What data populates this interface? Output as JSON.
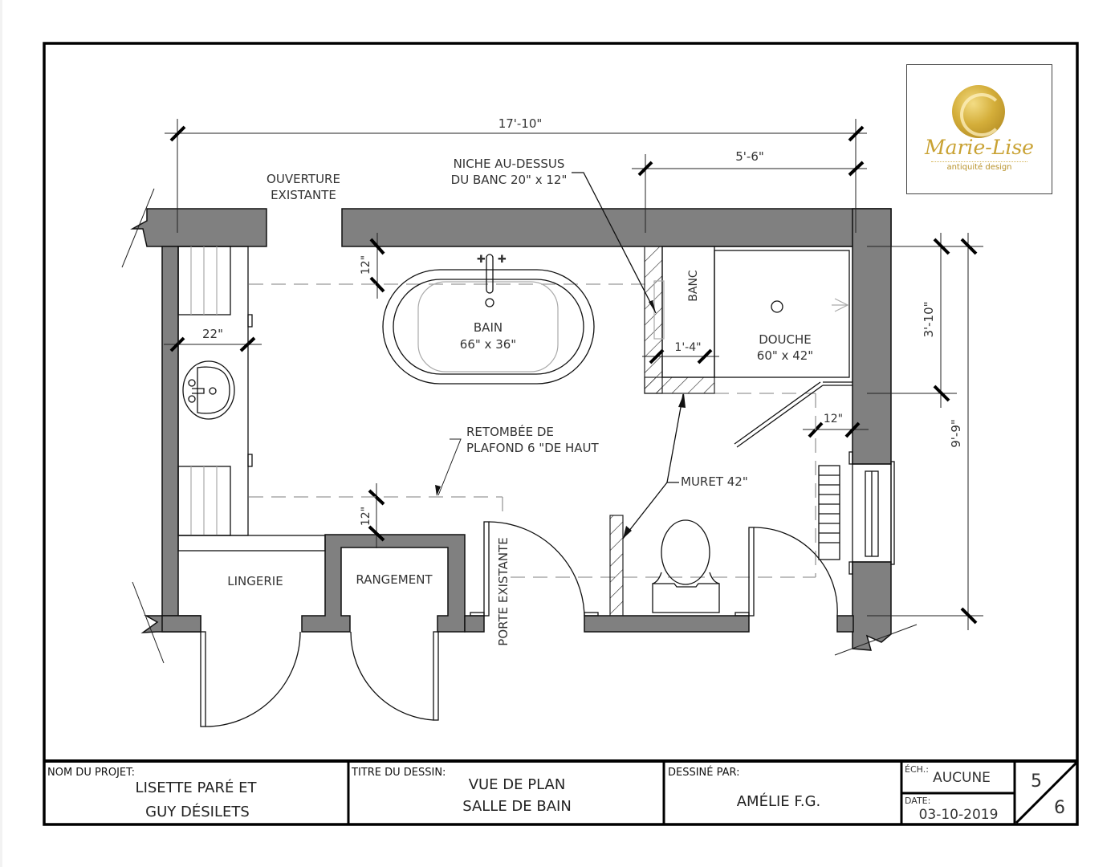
{
  "drawing": {
    "dimensions": {
      "overall_width": "17'-10\"",
      "shower_width": "5'-6\"",
      "shower_depth": "3'-10\"",
      "overall_depth": "9'-9\"",
      "vanity_depth": "22\"",
      "tub_offset": "12\"",
      "soffit_offset": "12\"",
      "bench_depth": "1'-4\"",
      "right_offset": "12\""
    },
    "labels": {
      "opening_line1": "OUVERTURE",
      "opening_line2": "EXISTANTE",
      "niche_line1": "NICHE AU-DESSUS",
      "niche_line2": "DU BANC 20\" x 12\"",
      "tub_name": "BAIN",
      "tub_size": "66\" x 36\"",
      "bench": "BANC",
      "shower_name": "DOUCHE",
      "shower_size": "60\" x 42\"",
      "soffit_line1": "RETOMBÉE DE",
      "soffit_line2": "PLAFOND 6 \"DE HAUT",
      "half_wall": "MURET 42\"",
      "linen": "LINGERIE",
      "storage": "RANGEMENT",
      "existing_door": "PORTE EXISTANTE"
    }
  },
  "logo": {
    "name": "Marie-Lise",
    "tagline": "antiquité design",
    "accent_color": "#c9a233"
  },
  "title_block": {
    "project_caption": "NOM DU PROJET:",
    "project_line1": "LISETTE PARÉ ET",
    "project_line2": "GUY DÉSILETS",
    "drawing_title_caption": "TITRE DU DESSIN:",
    "drawing_title_line1": "VUE DE PLAN",
    "drawing_title_line2": "SALLE DE BAIN",
    "drawn_by_caption": "DESSINÉ PAR:",
    "drawn_by": "AMÉLIE F.G.",
    "scale_caption": "ÉCH.:",
    "scale": "AUCUNE",
    "date_caption": "DATE:",
    "date": "03-10-2019",
    "sheet_number": "5",
    "sheet_total": "6"
  }
}
